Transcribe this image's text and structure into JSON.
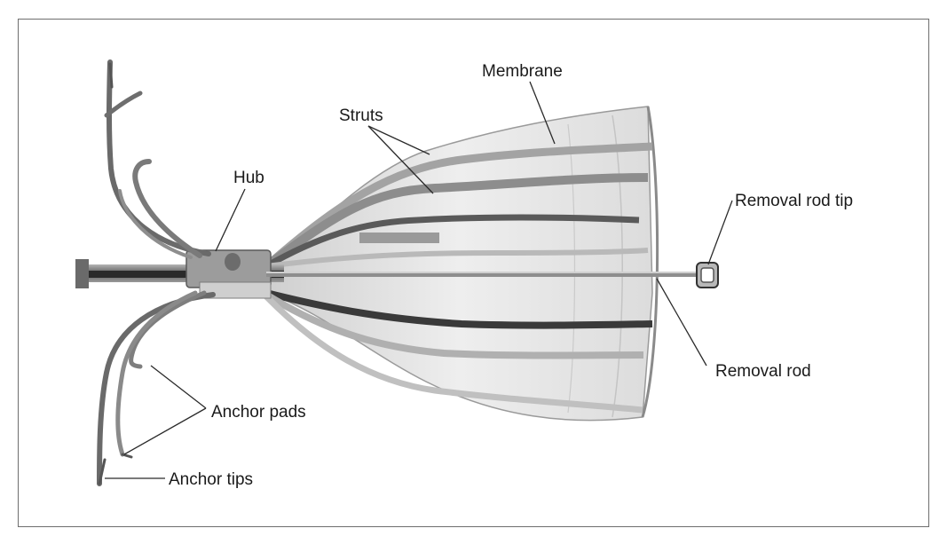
{
  "labels": {
    "membrane": "Membrane",
    "struts": "Struts",
    "hub": "Hub",
    "removal_rod_tip": "Removal rod tip",
    "removal_rod": "Removal rod",
    "anchor_pads": "Anchor pads",
    "anchor_tips": "Anchor tips"
  },
  "colors": {
    "membrane_fill": "#e9e9e9",
    "strut_dark": "#3c3c3c",
    "strut_light": "#a9a9a9",
    "metal": "#7a7a7a",
    "frame": "#6e6e6e"
  }
}
